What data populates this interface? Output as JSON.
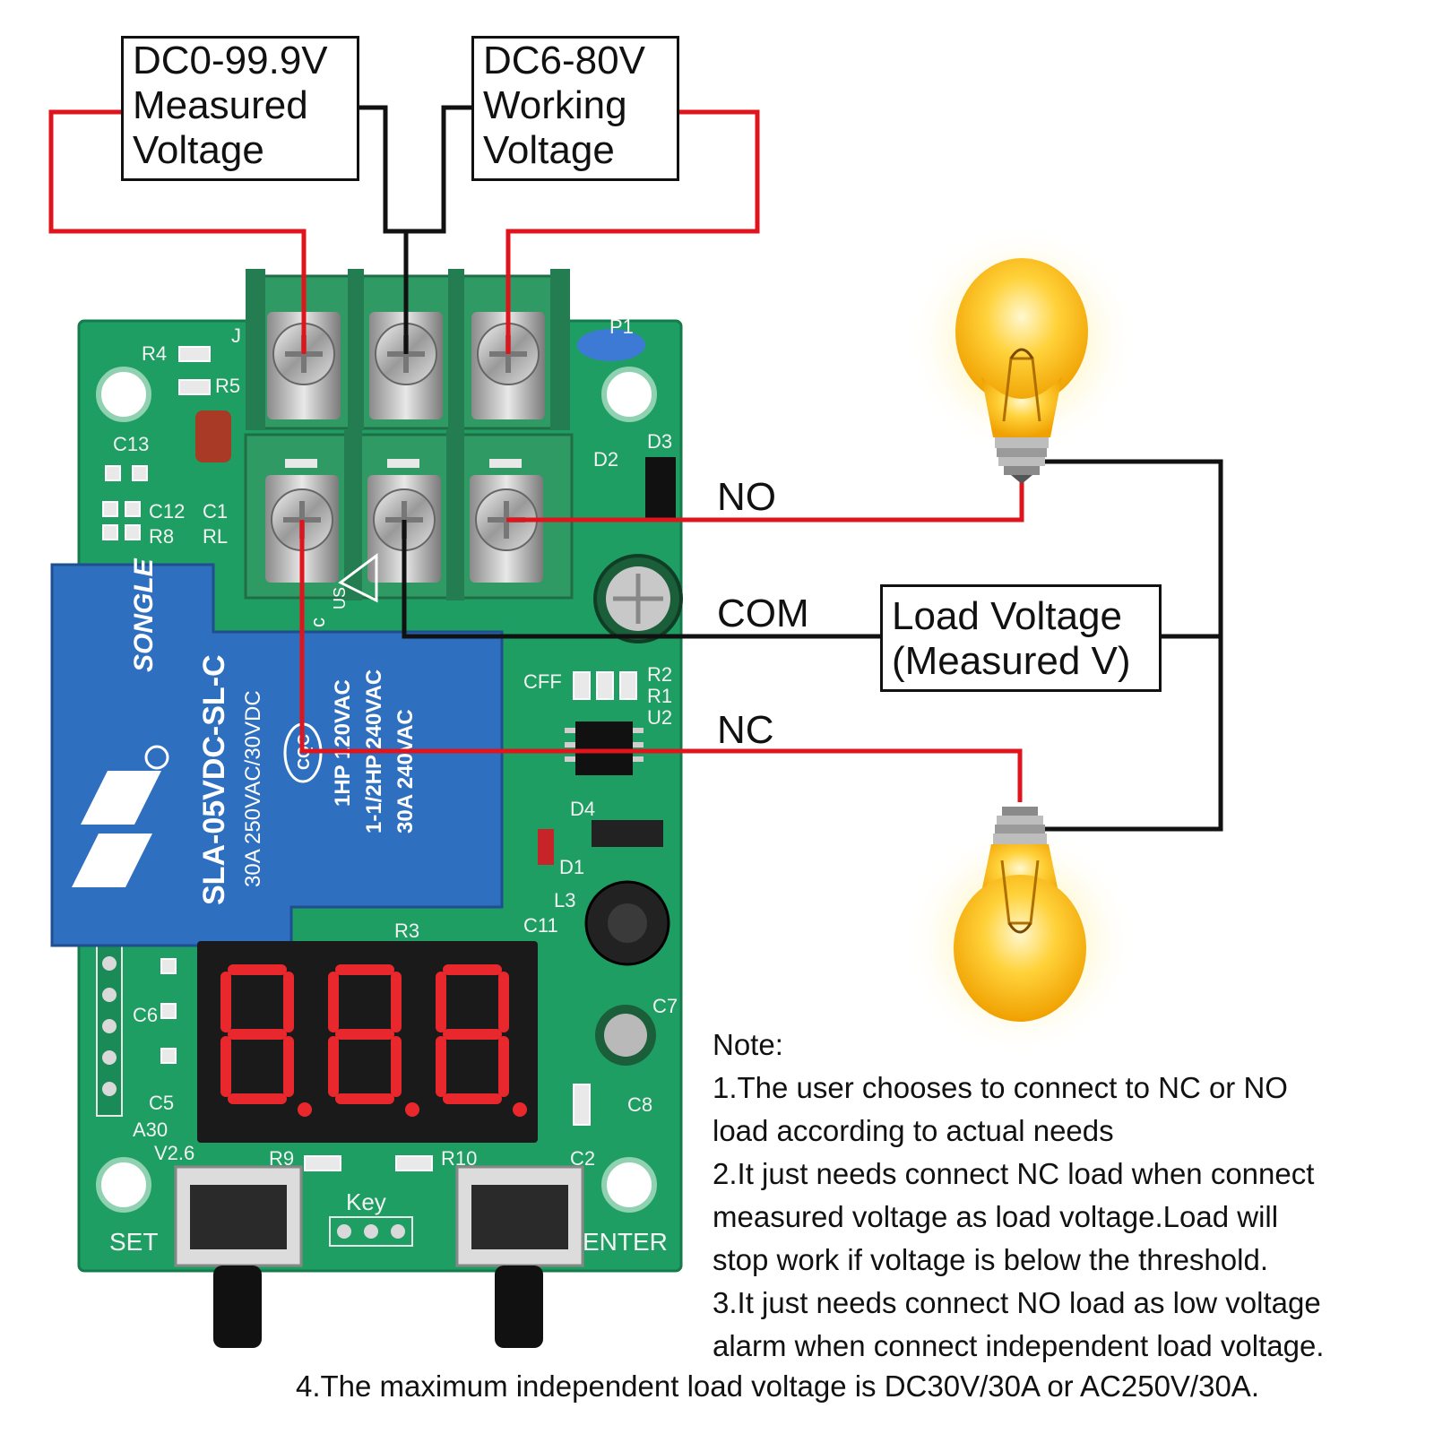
{
  "labels": {
    "measured_box": [
      "DC0-99.9V",
      "Measured",
      "Voltage"
    ],
    "working_box": [
      "DC6-80V",
      "Working",
      "Voltage"
    ],
    "load_box": [
      "Load Voltage",
      "(Measured V)"
    ],
    "terminal_no": "NO",
    "terminal_com": "COM",
    "terminal_nc": "NC"
  },
  "board": {
    "silk": {
      "r4": "R4",
      "r5": "R5",
      "c13": "C13",
      "c12": "C12",
      "c1": "C1",
      "r8": "R8",
      "rl": "RL",
      "j": "J",
      "p1": "P1",
      "d2": "D2",
      "d3": "D3",
      "cff": "CFF",
      "r2": "R2",
      "r1": "R1",
      "u2": "U2",
      "d4": "D4",
      "d1": "D1",
      "l3": "L3",
      "c11": "C11",
      "c7": "C7",
      "c8": "C8",
      "c2": "C2",
      "c6": "C6",
      "c5": "C5",
      "a30": "A30",
      "v26": "V2.6",
      "r9": "R9",
      "r10": "R10",
      "r3": "R3",
      "key": "Key",
      "set": "SET",
      "enter": "ENTER"
    },
    "relay": {
      "brand": "SONGLE",
      "model": "SLA-05VDC-SL-C",
      "rating": "30A  250VAC/30VDC",
      "line1": "1HP 120VAC",
      "line2": "1-1/2HP 240VAC",
      "line3": "30A  240VAC",
      "cqc": "CQC",
      "ul": "c",
      "us": "US"
    },
    "display_value": "888"
  },
  "colors": {
    "wire_red": "#e0141c",
    "wire_black": "#111111",
    "pcb_green": "#1f9e64",
    "terminal_green": "#2f9a63",
    "relay_blue": "#2e6fc0",
    "display_red": "#e8282c",
    "bulb_yellow": "#f7b500"
  },
  "icons": {
    "bulb_top": "light-bulb-icon",
    "bulb_bottom": "light-bulb-icon"
  },
  "notes": [
    "Note:",
    "1.The user chooses to connect to NC or NO",
    "load according to actual needs",
    "2.It just needs connect NC load when connect",
    "measured voltage as load voltage.Load will",
    "stop work if voltage is below the threshold.",
    "3.It just needs connect NO load as low voltage",
    "alarm when connect independent load voltage.",
    "4.The maximum independent load voltage is DC30V/30A or AC250V/30A."
  ]
}
